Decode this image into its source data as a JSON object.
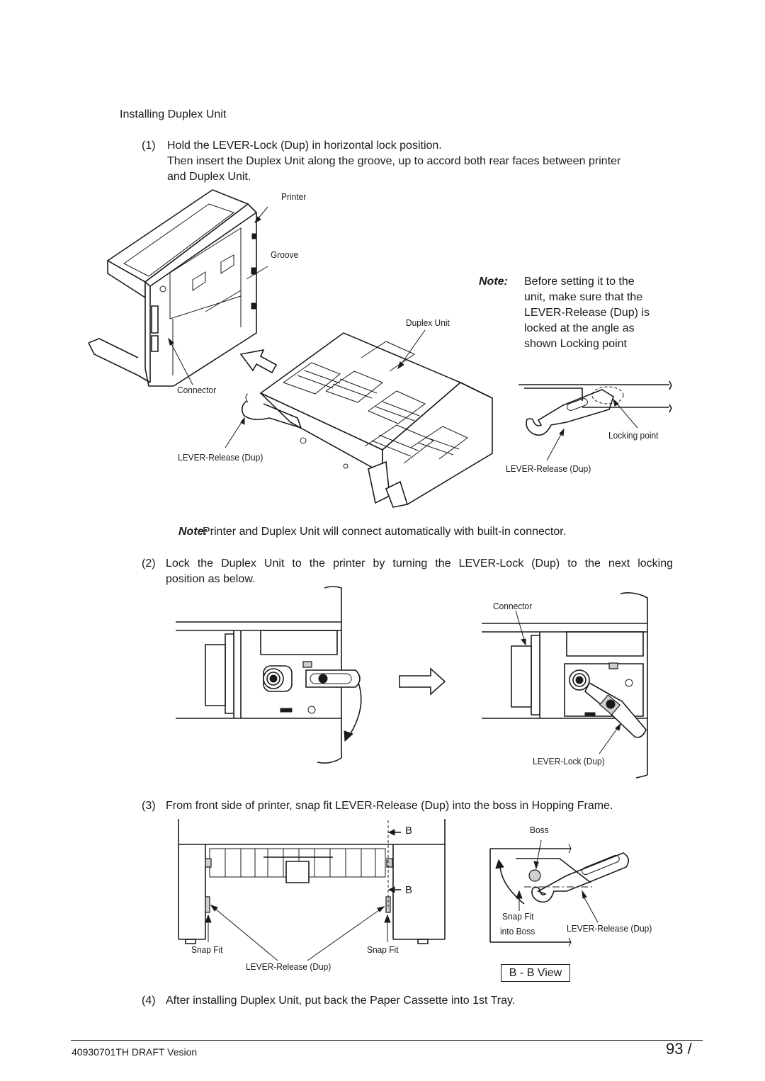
{
  "section_title": "Installing Duplex Unit",
  "steps": [
    {
      "num": "(1)",
      "lines": [
        "Hold the LEVER-Lock (Dup) in horizontal lock position.",
        "Then insert the Duplex Unit along the groove, up to accord both rear faces between printer",
        "and Duplex Unit."
      ]
    },
    {
      "num": "(2)",
      "lines": [
        "Lock the Duplex Unit to the printer by turning the LEVER-Lock (Dup) to the next locking",
        "position as below."
      ]
    },
    {
      "num": "(3)",
      "lines": [
        "From front side of printer, snap fit LEVER-Release (Dup) into the boss in Hopping Frame."
      ]
    },
    {
      "num": "(4)",
      "lines": [
        "After installing Duplex Unit, put back the Paper Cassette into 1st Tray."
      ]
    }
  ],
  "note1": {
    "keyword": "Note:",
    "lines": [
      "Before setting it to the",
      "unit, make sure that the",
      "LEVER-Release (Dup) is",
      "locked at  the angle as",
      "shown Locking point"
    ]
  },
  "note2": {
    "keyword": "Note:",
    "text": "Printer and Duplex Unit will connect automatically with built-in connector."
  },
  "fig1_labels": {
    "printer": "Printer",
    "groove": "Groove",
    "duplex_unit": "Duplex Unit",
    "connector": "Connector",
    "lever_release": "LEVER-Release (Dup)",
    "locking_point": "Locking point",
    "lever_release_2": "LEVER-Release (Dup)"
  },
  "fig2_labels": {
    "connector": "Connector",
    "lever_lock": "LEVER-Lock (Dup)"
  },
  "fig3_labels": {
    "section_b_top": "B",
    "section_b_bottom": "B",
    "snap_fit_left": "Snap Fit",
    "snap_fit_right": "Snap Fit",
    "lever_release": "LEVER-Release (Dup)",
    "boss": "Boss",
    "snap_fit_into_boss": [
      "Snap Fit",
      "into Boss"
    ],
    "lever_release_view": "LEVER-Release (Dup)",
    "view_label": "B - B View"
  },
  "footer": {
    "doc_id": "40930701TH  DRAFT Vesion",
    "page": "93 /"
  }
}
